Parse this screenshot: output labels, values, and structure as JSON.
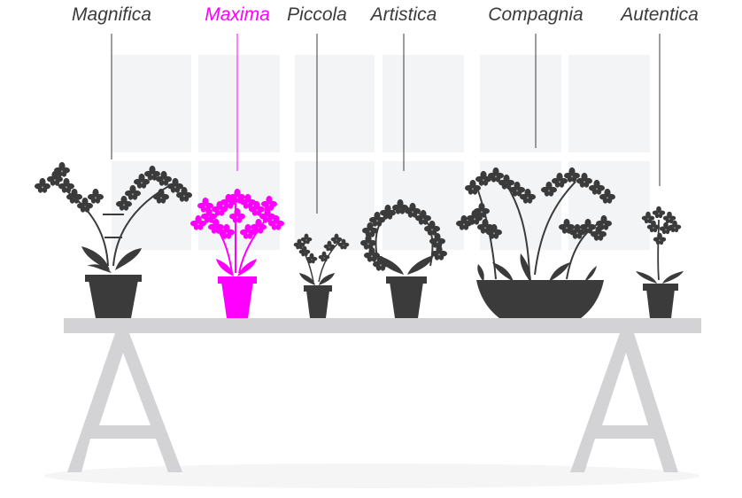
{
  "products": [
    {
      "id": "magnifica",
      "name": "Magnifica"
    },
    {
      "id": "maxima",
      "name": "Maxima",
      "active": true
    },
    {
      "id": "piccola",
      "name": "Piccola"
    },
    {
      "id": "artistica",
      "name": "Artistica"
    },
    {
      "id": "compagnia",
      "name": "Compagnia"
    },
    {
      "id": "autentica",
      "name": "Autentica"
    }
  ],
  "colors": {
    "accent": "#ff00ff",
    "plant": "#3b3b3b",
    "table": "#d3d3d6",
    "window": "#f3f4f5",
    "text": "#3b3b3b"
  },
  "icons": [
    "orchid-icon",
    "pot-icon",
    "trestle-table-icon",
    "window-panel-icon"
  ]
}
